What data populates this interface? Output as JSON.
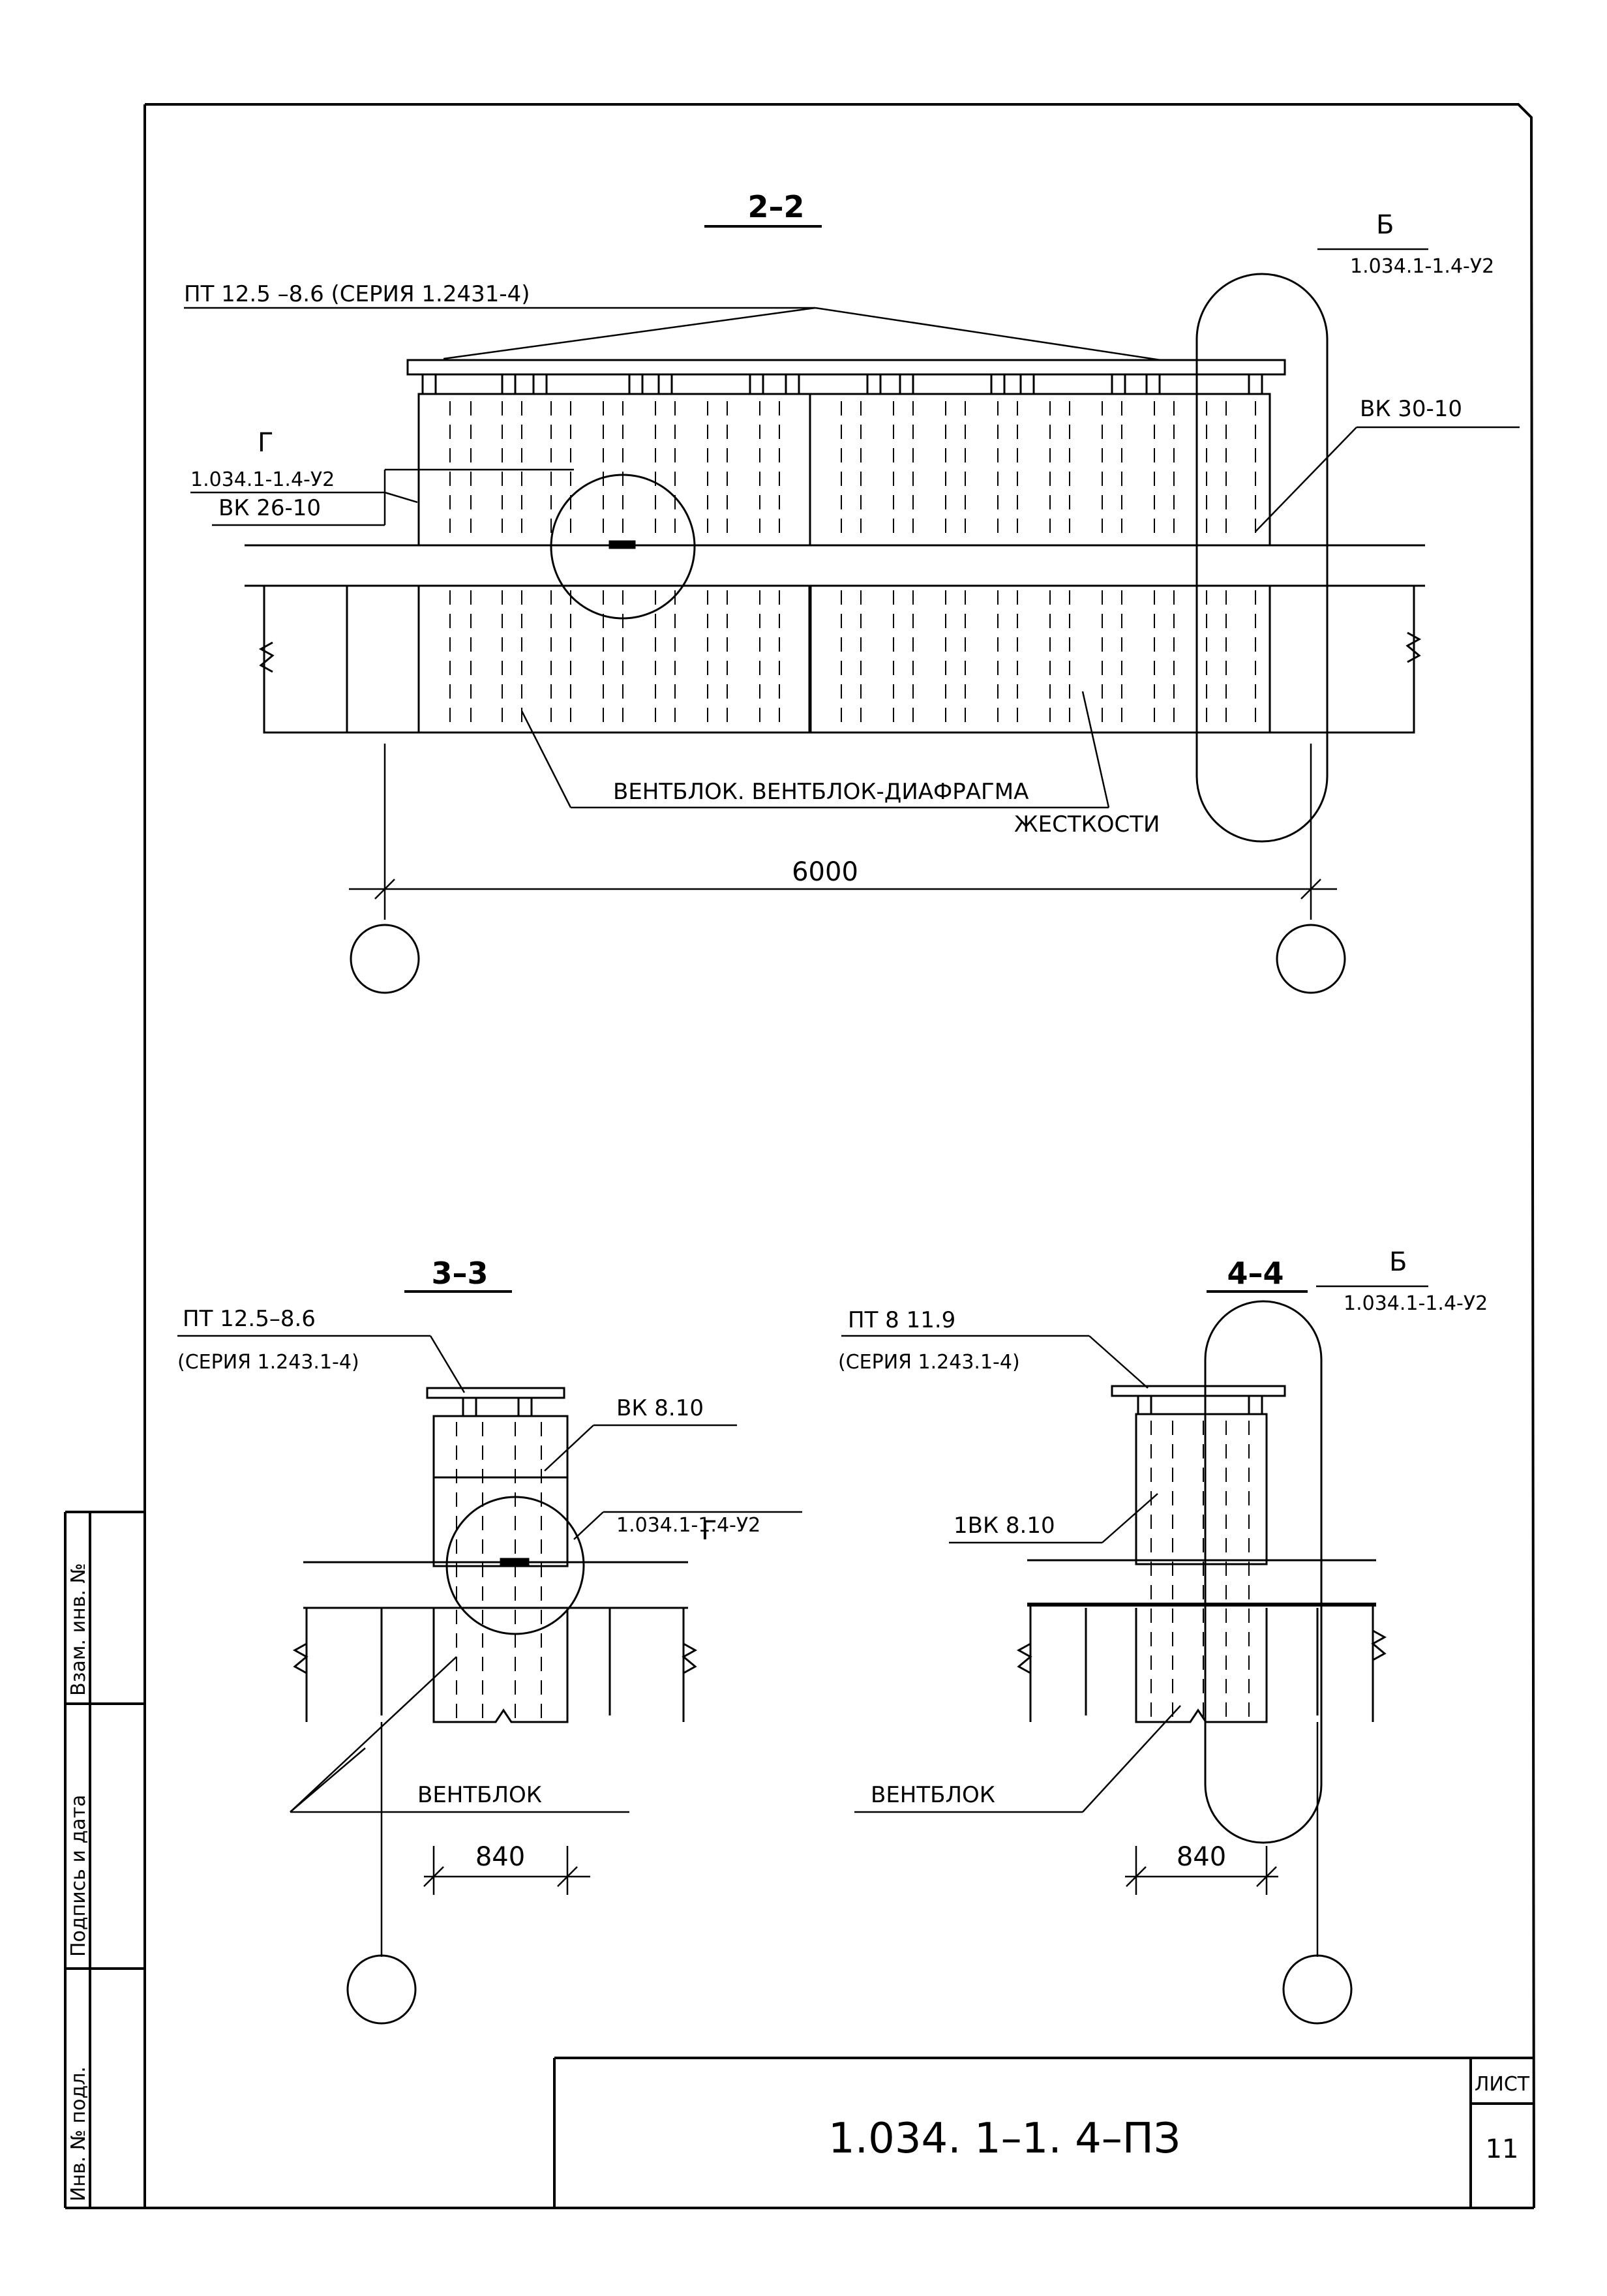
{
  "section_2_2": {
    "title": "2–2",
    "label_slab": "ПТ 12.5 –8.6 (СЕРИЯ 1.2431-4)",
    "callout_b_letter": "Б",
    "callout_b_ref": "1.034.1-1.4-У2",
    "label_vk_right": "ВК 30-10",
    "callout_g_letter": "Г",
    "callout_g_ref": "1.034.1-1.4-У2",
    "label_vk_left": "ВК 26-10",
    "label_ventblok_line1": "ВЕНТБЛОК. ВЕНТБЛОК-ДИАФРАГМА",
    "label_ventblok_line2": "ЖЕСТКОСТИ",
    "dimension": "6000"
  },
  "section_3_3": {
    "title": "3–3",
    "label_slab_line1": "ПТ 12.5–8.6",
    "label_slab_line2": "(СЕРИЯ 1.243.1-4)",
    "label_vk": "ВК 8.10",
    "callout_g_letter": "Г",
    "callout_g_ref": "1.034.1-1.4-У2",
    "label_ventblok": "ВЕНТБЛОК",
    "dimension": "840"
  },
  "section_4_4": {
    "title": "4–4",
    "label_slab_line1": "ПТ 8 11.9",
    "label_slab_line2": "(СЕРИЯ 1.243.1-4)",
    "callout_b_letter": "Б",
    "callout_b_ref": "1.034.1-1.4-У2",
    "label_vk": "1ВК 8.10",
    "label_ventblok": "ВЕНТБЛОК",
    "dimension": "840"
  },
  "title_block": {
    "document_code": "1.034. 1–1. 4–ПЗ",
    "sheet_label": "ЛИСТ",
    "sheet_number": "11"
  },
  "side_stamp": {
    "field_1": "Взам. инв. №",
    "field_2": "Подпись и дата",
    "field_3": "Инв. № подл."
  }
}
